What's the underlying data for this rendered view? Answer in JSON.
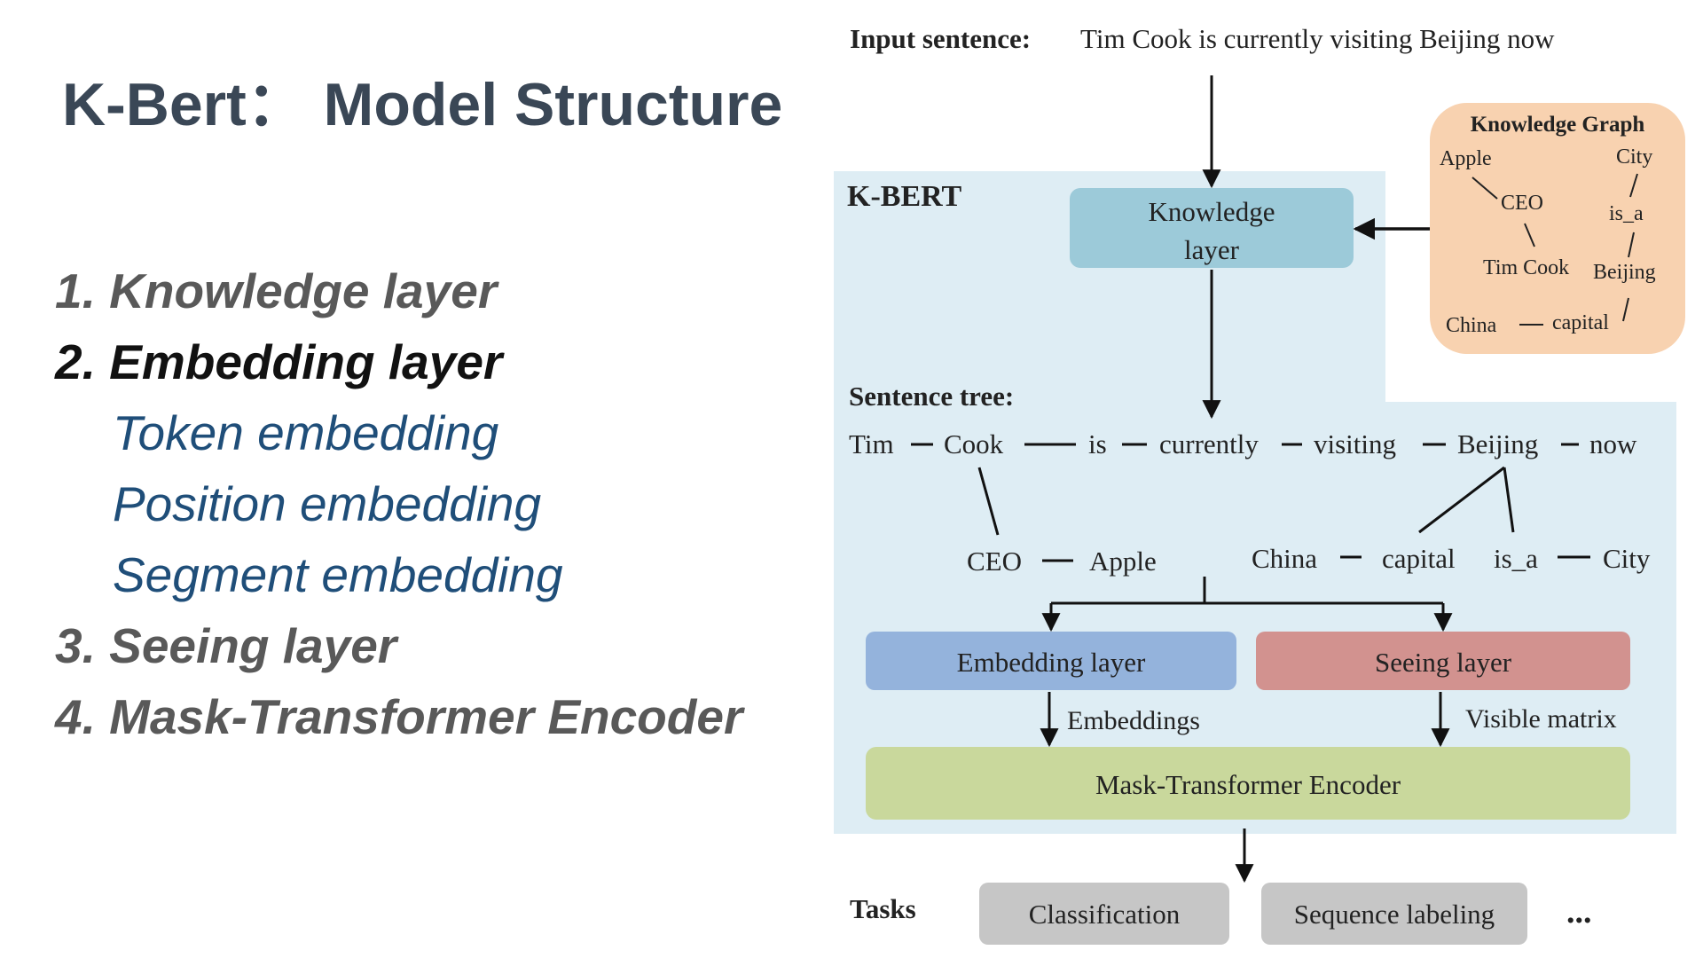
{
  "slide": {
    "title": "K-Bert： Model Structure"
  },
  "outline": [
    {
      "text": "1. Knowledge layer",
      "level": 1,
      "active": false
    },
    {
      "text": "2. Embedding layer",
      "level": 1,
      "active": true
    },
    {
      "text": "Token embedding",
      "level": 2,
      "active": false
    },
    {
      "text": "Position embedding",
      "level": 2,
      "active": false
    },
    {
      "text": "Segment embedding",
      "level": 2,
      "active": false
    },
    {
      "text": "3. Seeing layer",
      "level": 1,
      "active": false
    },
    {
      "text": "4. Mask-Transformer Encoder",
      "level": 1,
      "active": false
    }
  ],
  "figure": {
    "input_label": "Input sentence:",
    "input_sentence": "Tim Cook is currently visiting Beijing now",
    "kbert_label": "K-BERT",
    "knowledge_graph": {
      "title": "Knowledge Graph",
      "nodes": {
        "apple": "Apple",
        "city": "City",
        "ceo": "CEO",
        "is_a": "is_a",
        "tim_cook": "Tim Cook",
        "beijing": "Beijing",
        "china": "China",
        "capital": "capital"
      }
    },
    "knowledge_layer": {
      "line1": "Knowledge",
      "line2": "layer"
    },
    "sentence_tree_label": "Sentence tree:",
    "tree_tokens": {
      "tim": "Tim",
      "cook": "Cook",
      "is": "is",
      "currently": "currently",
      "visiting": "visiting",
      "beijing": "Beijing",
      "now": "now"
    },
    "tree_branches": {
      "ceo": "CEO",
      "apple": "Apple",
      "china": "China",
      "capital": "capital",
      "is_a": "is_a",
      "city": "City"
    },
    "embedding_layer": "Embedding layer",
    "seeing_layer": "Seeing layer",
    "embeddings_label": "Embeddings",
    "visible_matrix_label": "Visible matrix",
    "encoder": "Mask-Transformer Encoder",
    "tasks_label": "Tasks",
    "tasks": [
      "Classification",
      "Sequence labeling"
    ],
    "tasks_more": "..."
  },
  "colors": {
    "kbert_bg": "#deedf4",
    "knowledge_layer_fill": "#9ccad9",
    "kg_fill": "#f8d2b0",
    "embedding_fill": "#94b3dc",
    "seeing_fill": "#d2928f",
    "encoder_fill": "#c9d89c",
    "task_fill": "#c6c6c6"
  }
}
